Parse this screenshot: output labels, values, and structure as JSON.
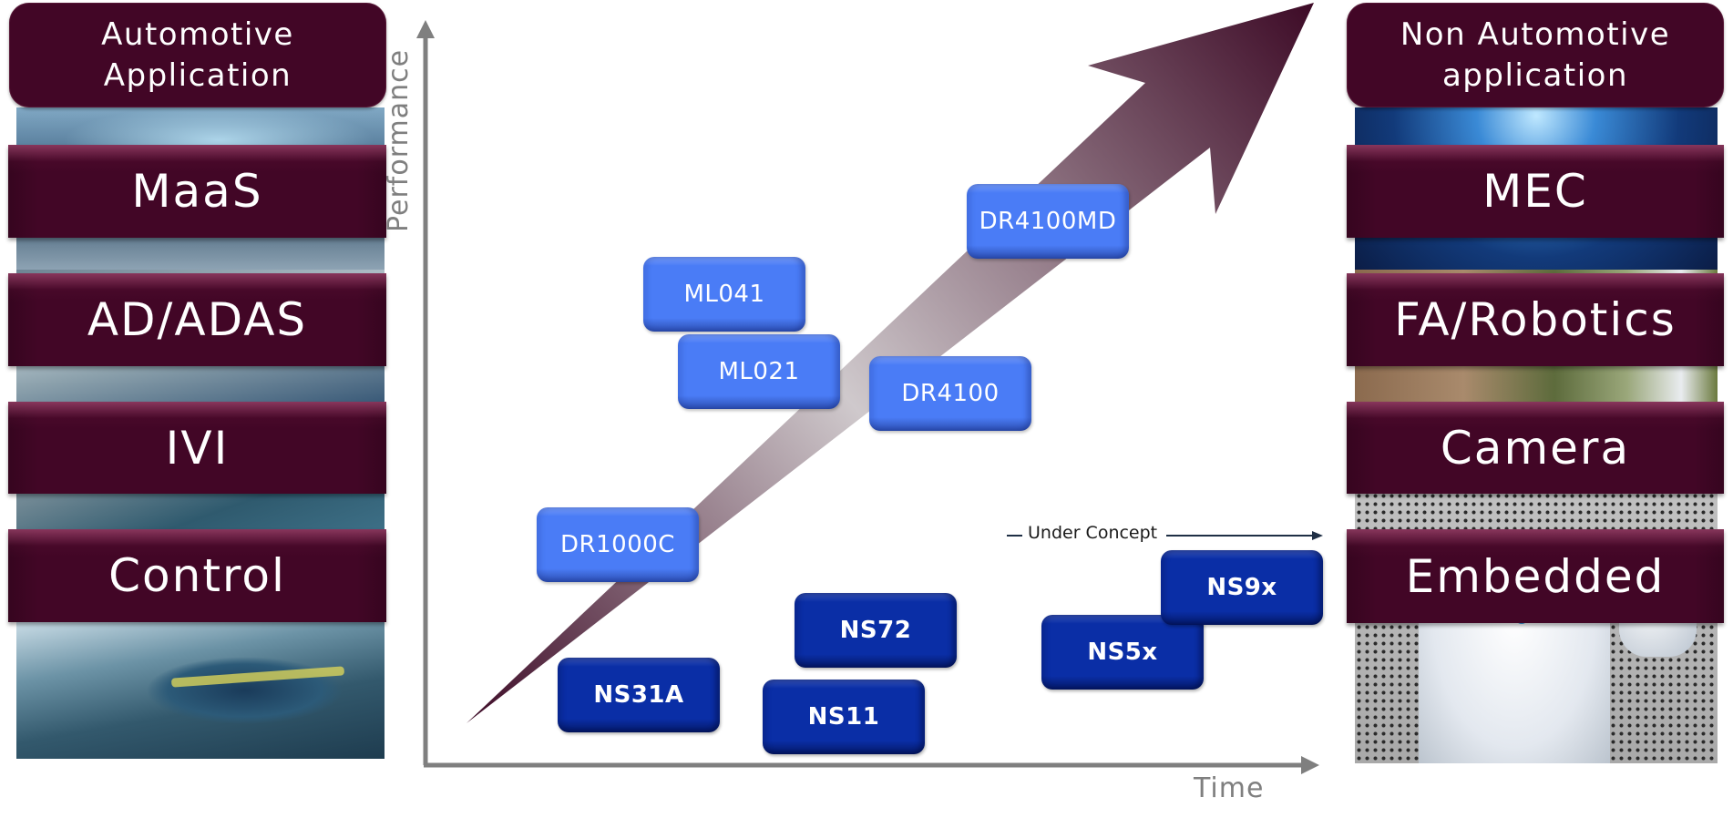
{
  "left_column": {
    "header": "Automotive Application",
    "categories": [
      "MaaS",
      "AD/ADAS",
      "IVI",
      "Control"
    ]
  },
  "right_column": {
    "header": "Non Automotive application",
    "categories": [
      "MEC",
      "FA/Robotics",
      "Camera",
      "Embedded"
    ]
  },
  "axes": {
    "y_label": "Performance",
    "x_label": "Time"
  },
  "under_concept": {
    "label": "Under Concept"
  },
  "products": [
    {
      "name": "DR4100MD",
      "tier": "high-performance",
      "color": "#4a7cf6"
    },
    {
      "name": "ML041",
      "tier": "high-performance",
      "color": "#4a7cf6"
    },
    {
      "name": "ML021",
      "tier": "high-performance",
      "color": "#4a7cf6"
    },
    {
      "name": "DR4100",
      "tier": "high-performance",
      "color": "#4a7cf6"
    },
    {
      "name": "DR1000C",
      "tier": "high-performance",
      "color": "#4a7cf6"
    },
    {
      "name": "NS31A",
      "tier": "embedded",
      "color": "#0a2ea6"
    },
    {
      "name": "NS72",
      "tier": "embedded",
      "color": "#0a2ea6"
    },
    {
      "name": "NS11",
      "tier": "embedded",
      "color": "#0a2ea6"
    },
    {
      "name": "NS5x",
      "tier": "embedded-concept",
      "color": "#0a2ea6"
    },
    {
      "name": "NS9x",
      "tier": "embedded-concept",
      "color": "#0a2ea6"
    }
  ],
  "colors": {
    "brand_maroon": "#420626",
    "axis_gray": "#7f7f7f"
  }
}
